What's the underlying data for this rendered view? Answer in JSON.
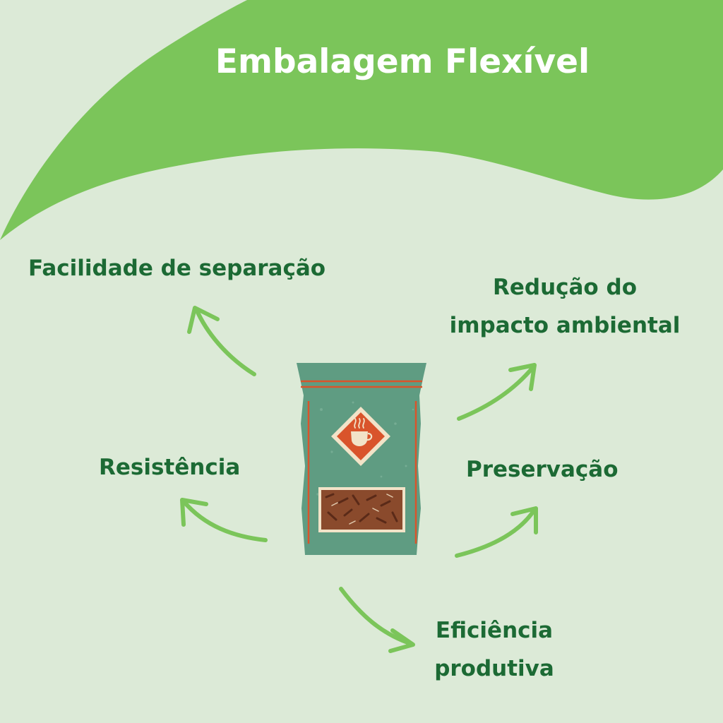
{
  "title": "Embalagem Flexível",
  "labels": {
    "facilidade": "Facilidade de separação",
    "reducao": [
      "Redução do",
      "impacto ambiental"
    ],
    "resistencia": "Resistência",
    "preservacao": "Preservação",
    "eficiencia": [
      "Eficiência",
      "produtiva"
    ]
  },
  "colors": {
    "background": "#dcead7",
    "wave": "#7bc55a",
    "title_text": "#ffffff",
    "label_text": "#1c6a34",
    "arrow": "#7bc55a",
    "pouch": "#5f9c82",
    "pouch_accent": "#d9542b",
    "coffee_window": "#8a4a2c"
  },
  "icons": {
    "center_image": "coffee-pouch-icon",
    "badge": "coffee-cup-icon"
  }
}
